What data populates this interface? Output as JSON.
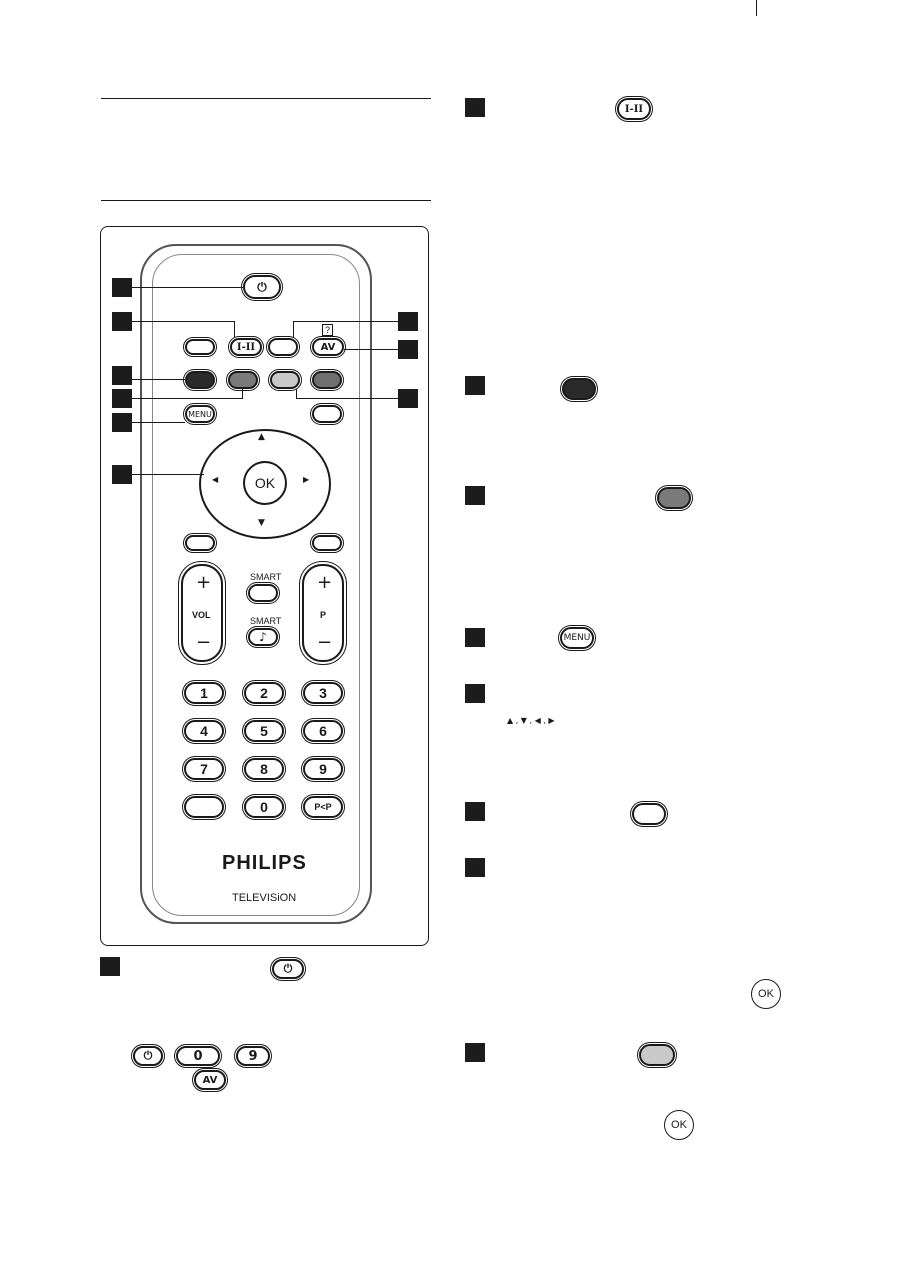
{
  "remote": {
    "buttons": {
      "power": "⏻",
      "sound": "I-II",
      "av": "AV",
      "menu": "MENU",
      "ok": "OK",
      "smart_label_1": "SMART",
      "smart_label_2": "SMART",
      "vol": "VOL",
      "p": "P",
      "plus": "+",
      "minus": "−",
      "pip": "P<P",
      "digits": [
        "1",
        "2",
        "3",
        "4",
        "5",
        "6",
        "7",
        "8",
        "9",
        "0"
      ],
      "note": "♪",
      "teletext_help": "?",
      "arrow_up": "▲",
      "arrow_down": "▼",
      "arrow_left": "◀",
      "arrow_right": "▶"
    },
    "brand": "PHILIPS",
    "subbrand": "TELEVISiON"
  },
  "right_column": {
    "sound_icon": "I-II",
    "menu_icon": "MENU",
    "arrows_text": "▲ , ▼ , ◀ , ▶",
    "ok_icon_1": "OK",
    "ok_icon_2": "OK"
  },
  "bottom_left": {
    "power_icon": "⏻",
    "zero": "0",
    "nine": "9",
    "av": "AV"
  },
  "colors": {
    "ink": "#1a1a1a",
    "red_key": "#2a2a2a",
    "green_key": "#7a7a7a",
    "yellow_key": "#c9c9c9",
    "blue_key": "#6f6f6f"
  }
}
